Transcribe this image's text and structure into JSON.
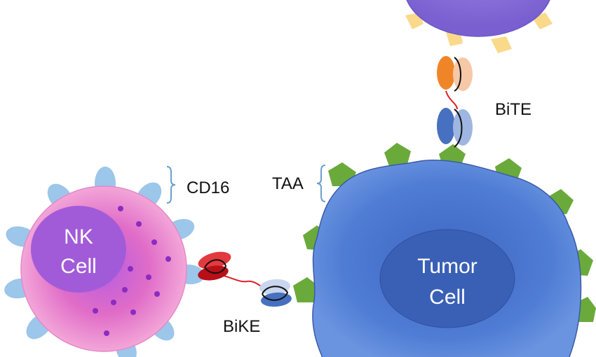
{
  "labels": {
    "nk_cell": [
      "NK",
      "Cell"
    ],
    "tumor_cell": [
      "Tumor",
      "Cell"
    ],
    "cd16": "CD16",
    "taa": "TAA",
    "bike": "BiKE",
    "bite": "BiTE"
  },
  "colors": {
    "nk_body": "#e879c4",
    "nk_nucleus": "#a259d6",
    "nk_granule": "#8e2fc2",
    "cd16_receptor": "#9cc6ea",
    "tumor_body": "#4d78cf",
    "tumor_nucleus": "#3a5fb8",
    "taa_antigen": "#6aaa3a",
    "t_cell_body": "#8a6fd8",
    "t_cell_receptor": "#fbd98a",
    "bike_red": "#d8161e",
    "bike_blue": "#4870c0",
    "bite_orange": "#f08528",
    "bite_peach": "#f7c8a8",
    "bite_blue": "#4870c0",
    "bracket": "#6aa0d0"
  }
}
